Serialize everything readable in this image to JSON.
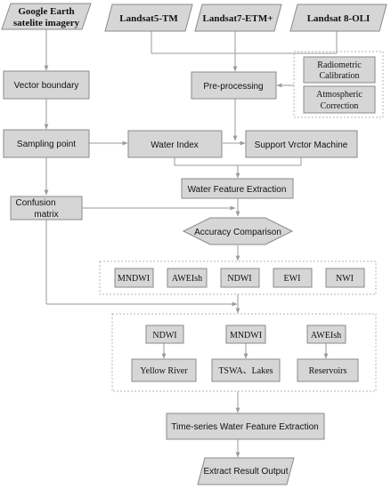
{
  "nodes": {
    "google_earth": [
      "Google Earth",
      "satelite imagery"
    ],
    "landsat5": "Landsat5-TM",
    "landsat7": "Landsat7-ETM+",
    "landsat8": "Landsat 8-OLI",
    "vector_boundary": "Vector boundary",
    "preprocessing": "Pre-processing",
    "radiometric": [
      "Radiometric",
      "Calibration"
    ],
    "atmospheric": [
      "Atmospheric",
      "Correction"
    ],
    "sampling_point": "Sampling point",
    "water_index": "Water Index",
    "svm": "Support Vrctor Machine",
    "water_feature_extraction": "Water Feature Extraction",
    "confusion_matrix": [
      "Confusion",
      "matrix"
    ],
    "accuracy_comparison": "Accuracy Comparison",
    "indices": [
      "MNDWI",
      "AWEIsh",
      "NDWI",
      "EWI",
      "NWI"
    ],
    "ndwi": "NDWI",
    "mndwi": "MNDWI",
    "aweish": "AWEIsh",
    "yellow_river": "Yellow River",
    "tswa_lakes": "TSWA、Lakes",
    "reservoirs": "Reservoirs",
    "time_series": "Time-series Water Feature Extraction",
    "extract_result": "Extract Result Output"
  }
}
